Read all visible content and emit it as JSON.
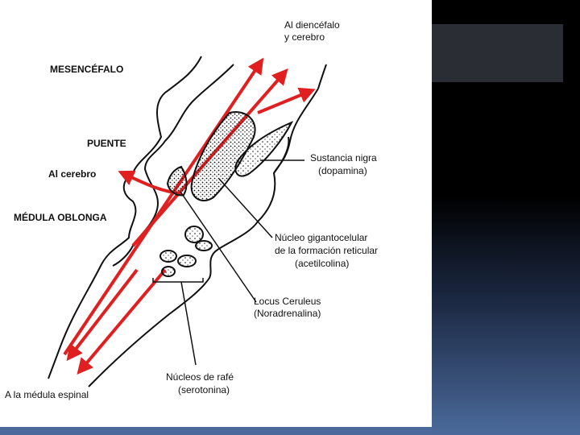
{
  "labels": {
    "to_diencephalon_line1": "Al diencéfalo",
    "to_diencephalon_line2": "y cerebro",
    "mesencephalon": "MESENCÉFALO",
    "pons": "PUENTE",
    "to_brain": "Al cerebro",
    "medulla": "MÉDULA OBLONGA",
    "substantia_nigra_line1": "Sustancia nigra",
    "substantia_nigra_line2": "(dopamina)",
    "gigantocellular_line1": "Núcleo gigantocelular",
    "gigantocellular_line2": "de la formación reticular",
    "gigantocellular_line3": "(acetilcolina)",
    "locus_line1": "Locus Ceruleus",
    "locus_line2": "(Noradrenalina)",
    "raphe_line1": "Núcleos de rafé",
    "raphe_line2": "(serotonina)",
    "to_spinal_cord": "A la médula espinal"
  },
  "colors": {
    "arrow": "#e02020",
    "outline": "#111111",
    "background_panel": "#ffffff",
    "title_bar": "#2a2d33"
  }
}
